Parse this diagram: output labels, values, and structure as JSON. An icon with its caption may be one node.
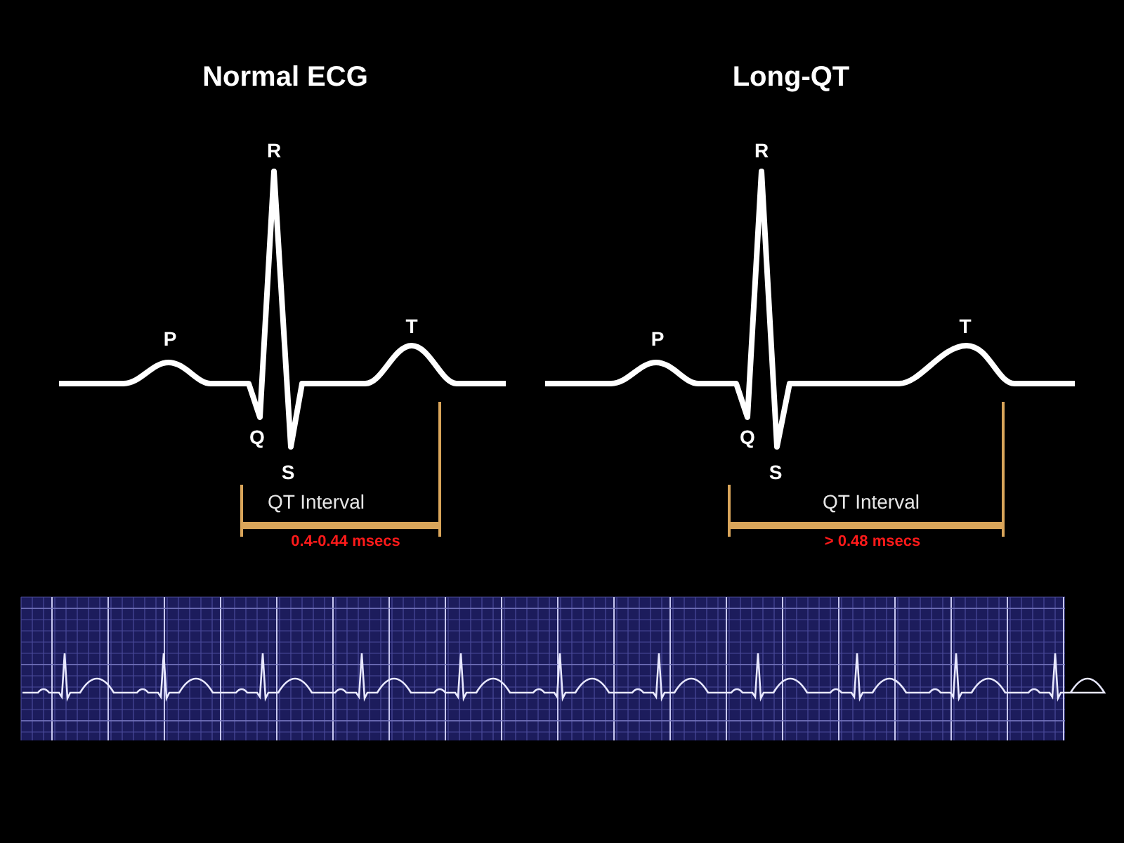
{
  "diagram": {
    "labels": [
      "Normal ECG",
      "Long-QT",
      "R",
      "P",
      "T",
      "Q",
      "S",
      "QT Interval",
      "0.4-0.44 msecs",
      "R",
      "P",
      "T",
      "Q",
      "S",
      "QT Interval",
      "> 0.48 msecs"
    ]
  }
}
